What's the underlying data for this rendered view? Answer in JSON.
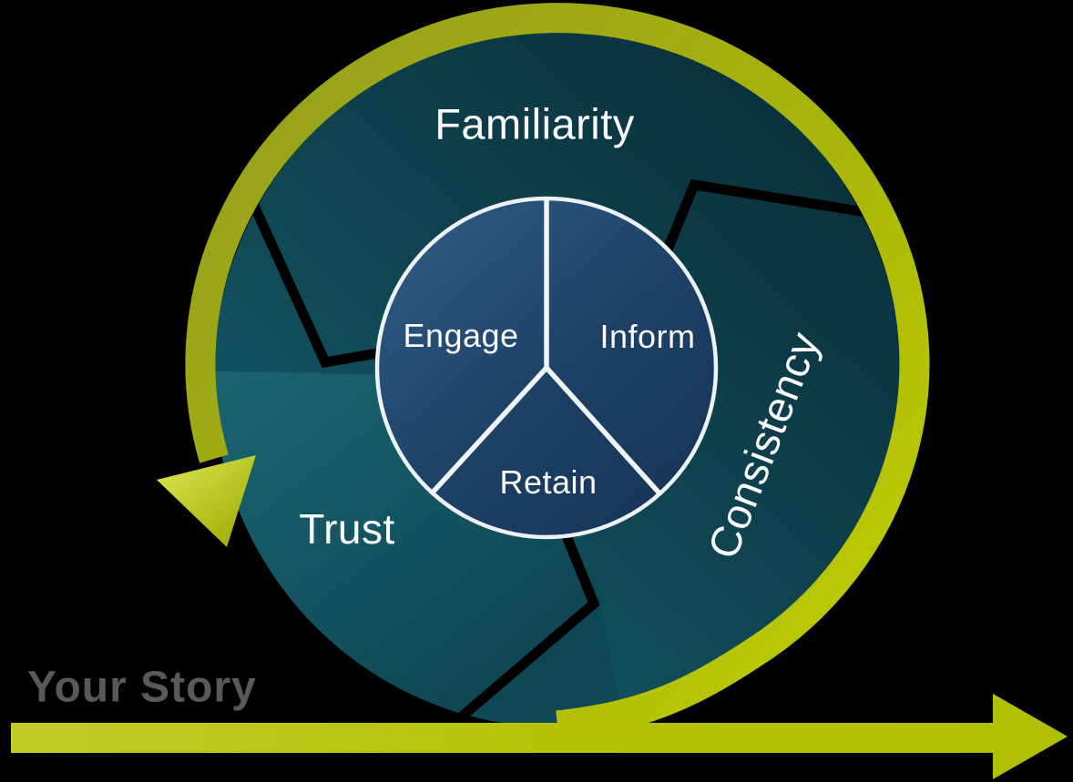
{
  "diagram": {
    "cycle_labels": {
      "top": "Familiarity",
      "right": "Consistency",
      "bottom_left": "Trust"
    },
    "core_labels": {
      "left": "Engage",
      "right": "Inform",
      "bottom": "Retain"
    },
    "baseline_label": "Your Story",
    "colors": {
      "background": "#000000",
      "loop_arrow_dark": "#97a21c",
      "loop_arrow_bright": "#c7d500",
      "timeline_arrow": "#b5c308",
      "circle_teal_darkest": "#0a303b",
      "circle_teal_mid": "#0f4652",
      "circle_teal_light": "#1b6774",
      "core_navy_light": "#2c5a84",
      "core_navy_dark": "#163457",
      "divider_black": "#000000",
      "core_outline_white": "#eef2f4",
      "label_white": "#fafafa",
      "baseline_gray": "#595959"
    }
  }
}
